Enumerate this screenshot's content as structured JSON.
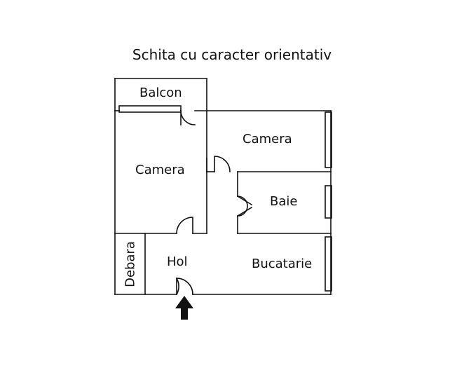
{
  "title": "Schita cu caracter orientativ",
  "rooms": {
    "balcon": "Balcon",
    "camera_left": "Camera",
    "camera_right": "Camera",
    "baie": "Baie",
    "debara": "Debara",
    "hol": "Hol",
    "bucatarie": "Bucatarie"
  },
  "colors": {
    "wall": "#111111",
    "background": "#ffffff"
  },
  "icons": {
    "entrance": "arrow-up-icon"
  }
}
